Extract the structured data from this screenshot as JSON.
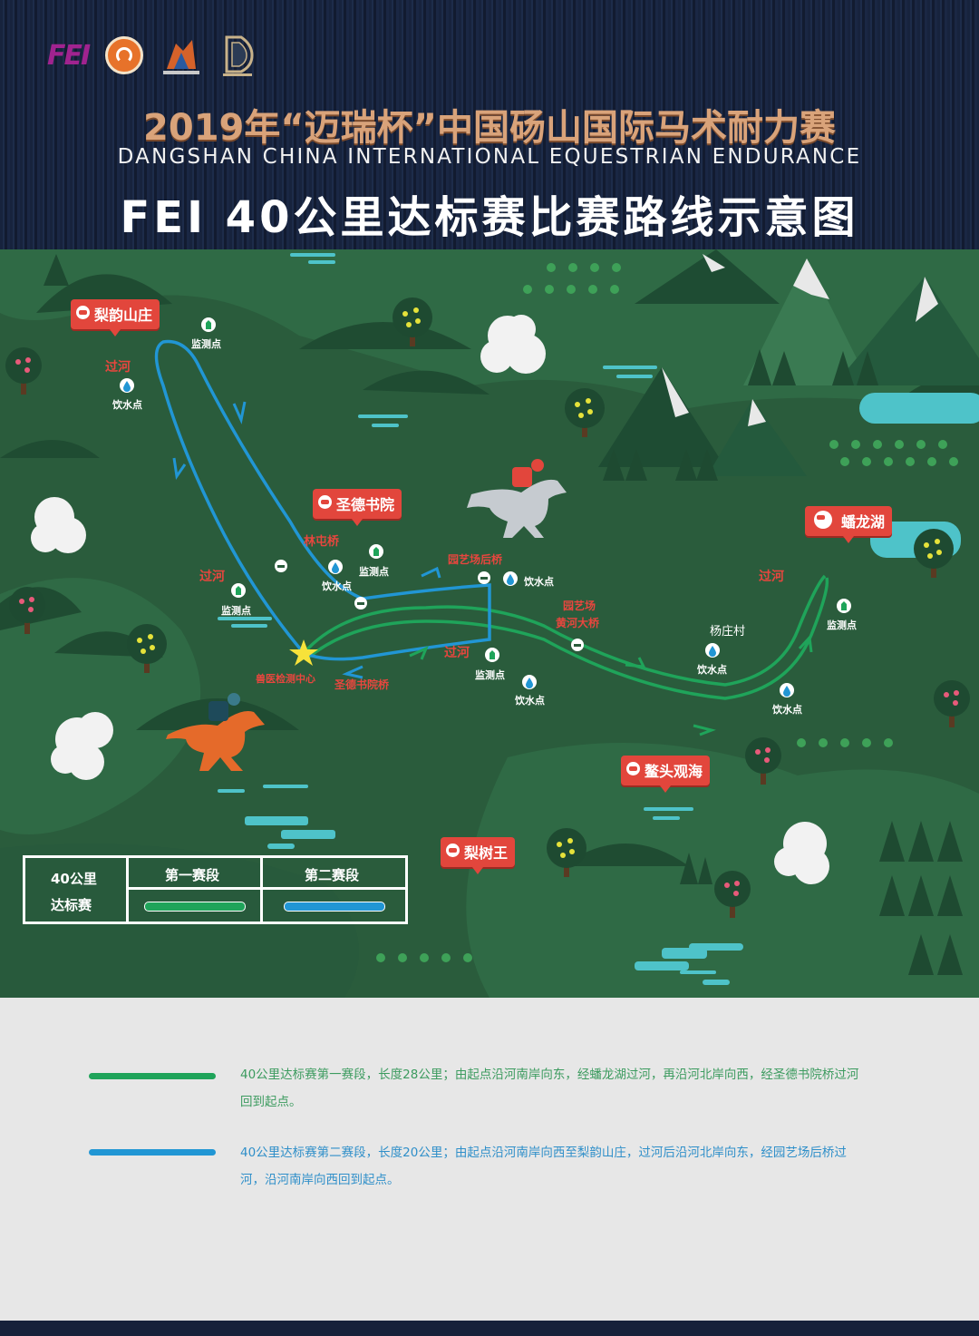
{
  "header": {
    "logo_fei": "FEI",
    "title_cn": "2019年“迈瑞杯”中国砀山国际马术耐力赛",
    "title_en": "DANGSHAN CHINA INTERNATIONAL EQUESTRIAN ENDURANCE",
    "title_main": "FEI 40公里达标赛比赛路线示意图"
  },
  "map": {
    "signs": {
      "liyun": "梨韵山庄",
      "shengde": "圣德书院",
      "panlong": "蟠龙湖",
      "aotou": "鳌头观海",
      "lishuwang": "梨树王"
    },
    "labels": {
      "guohe": "过河",
      "yinshuidian": "饮水点",
      "jiancedian": "监测点",
      "linqiqiao": "林屯桥",
      "yuanyi_houqiao": "园艺场后桥",
      "yuanyi_huanghe_1": "园艺场",
      "yuanyi_huanghe_2": "黄河大桥",
      "yangzhuang": "杨庄村",
      "shouyi": "兽医检测中心",
      "shengde_bridge": "圣德书院桥"
    },
    "colors": {
      "route_section1": "#1fa45a",
      "route_section2": "#2196d4",
      "ground": "#2a5c3c",
      "label_red": "#e8463e"
    }
  },
  "legend": {
    "title_1": "40公里",
    "title_2": "达标赛",
    "section_1": "第一赛段",
    "section_2": "第二赛段"
  },
  "footer": {
    "desc_1": "40公里达标赛第一赛段，长度28公里；由起点沿河南岸向东，经蟠龙湖过河，再沿河北岸向西，经圣德书院桥过河回到起点。",
    "desc_2": "40公里达标赛第二赛段，长度20公里；由起点沿河南岸向西至梨韵山庄，过河后沿河北岸向东，经园艺场后桥过河，沿河南岸向西回到起点。"
  }
}
